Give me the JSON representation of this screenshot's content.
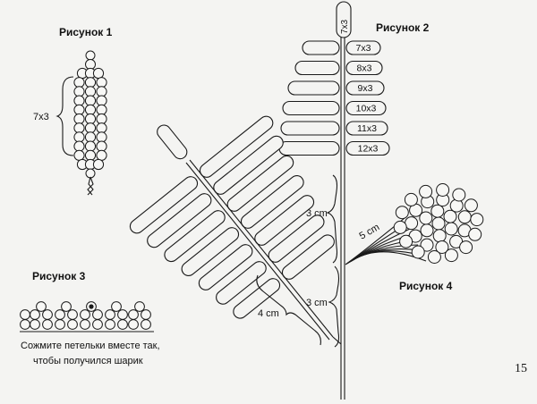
{
  "figure1": {
    "title": "Рисунок 1",
    "label": "7x3"
  },
  "figure2": {
    "title": "Рисунок 2",
    "top_label": "7x3",
    "loops": [
      "7x3",
      "8x3",
      "9x3",
      "10x3",
      "11x3",
      "12x3"
    ],
    "distance_label": "3 cm",
    "lower_distance_label": "3 cm",
    "branch_distance_label": "4 cm"
  },
  "figure3": {
    "title": "Рисунок 3",
    "caption_line1": "Сожмите петельки вместе так,",
    "caption_line2": "чтобы получился шарик"
  },
  "figure4": {
    "title": "Рисунок 4",
    "stem_label": "5 cm"
  },
  "page_number": "15"
}
